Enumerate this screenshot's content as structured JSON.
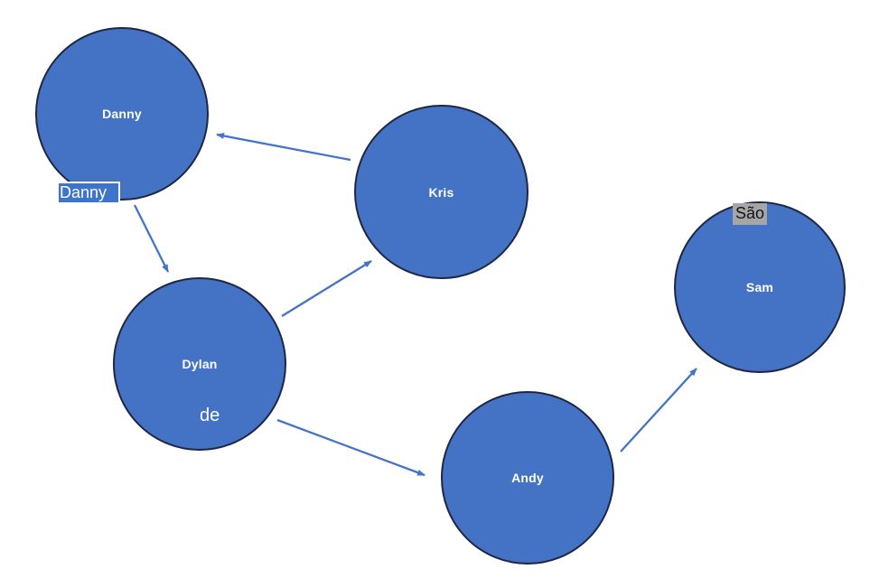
{
  "app": {
    "type": "diagram-canvas",
    "background": "#ffffff"
  },
  "colors": {
    "node_fill": "#4472C4",
    "node_border": "#1e2742",
    "node_label": "#ffffff",
    "arrow": "#4573C9",
    "selection_highlight_blue": "#3E74C9",
    "selection_text_on_blue": "#ffffff",
    "selection_highlight_gray": "#A6A6A6",
    "selection_text_on_gray": "#141414",
    "textbox_background": "#ffffff"
  },
  "nodes": [
    {
      "id": "danny",
      "label": "Danny"
    },
    {
      "id": "kris",
      "label": "Kris"
    },
    {
      "id": "dylan",
      "label": "Dylan"
    },
    {
      "id": "andy",
      "label": "Andy"
    },
    {
      "id": "sam",
      "label": "Sam"
    }
  ],
  "edges": [
    {
      "from": "kris",
      "to": "danny"
    },
    {
      "from": "danny",
      "to": "dylan"
    },
    {
      "from": "dylan",
      "to": "kris"
    },
    {
      "from": "dylan",
      "to": "andy"
    },
    {
      "from": "andy",
      "to": "sam"
    }
  ],
  "overlays": {
    "danny_edit": {
      "text": "Danny"
    },
    "sao_edit": {
      "text": "São"
    },
    "de_text": {
      "text": "de"
    }
  }
}
